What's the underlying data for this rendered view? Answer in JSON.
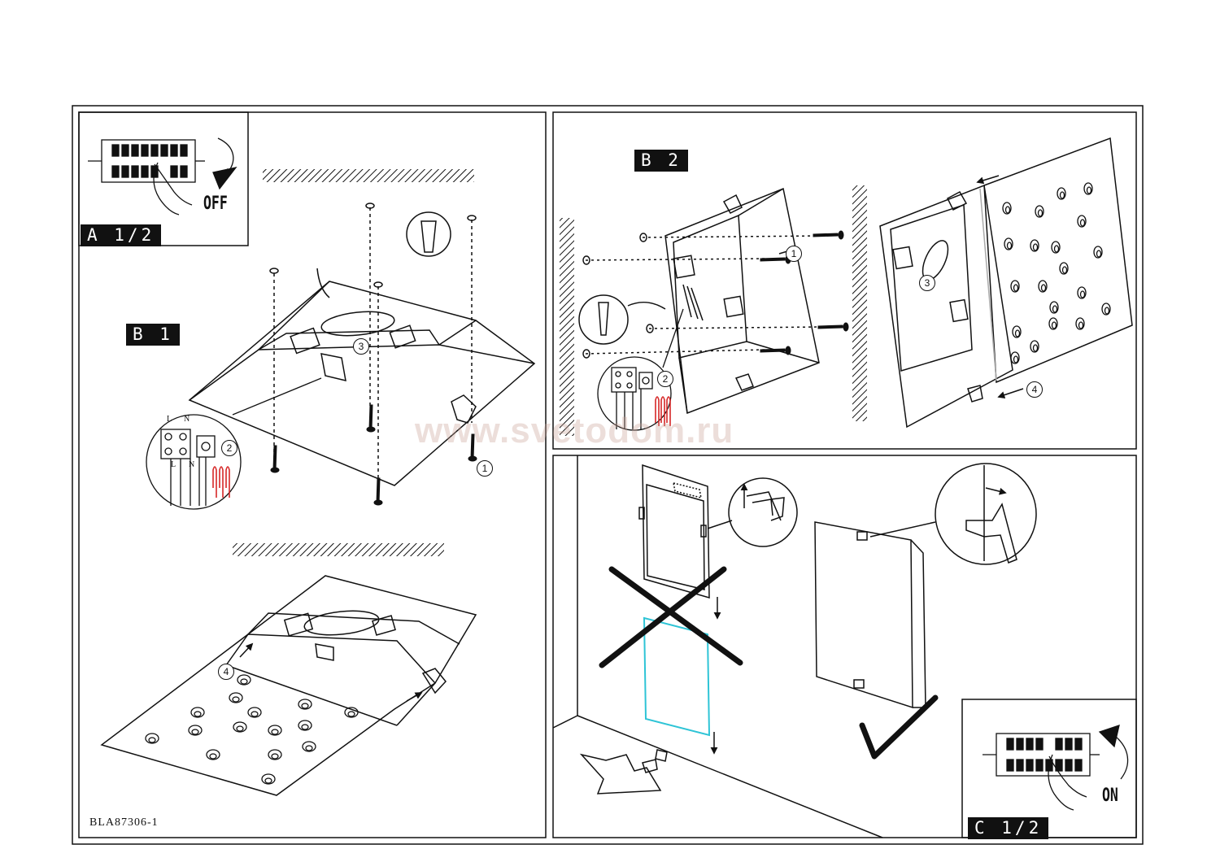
{
  "labels": {
    "a12": "A 1/2",
    "b1": "B 1",
    "b2": "B 2",
    "c12": "C 1/2"
  },
  "switch_off": "OFF",
  "switch_on": "ON",
  "model_code": "BLA87306-1",
  "watermark": "www.svetodom.ru",
  "terminal_L": "L",
  "terminal_N": "N",
  "steps": [
    "1",
    "2",
    "3",
    "4"
  ],
  "colors": {
    "line": "#111111",
    "wire": "#d62828",
    "glass_outline": "#2ec4d6",
    "label_bg": "#111111",
    "watermark": "#c8a096"
  }
}
